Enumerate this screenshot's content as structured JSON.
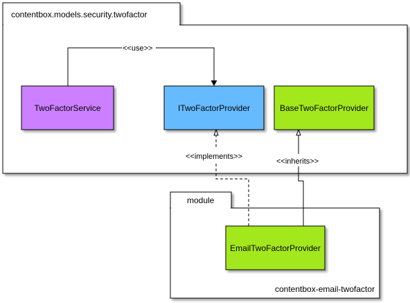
{
  "packages": {
    "main": {
      "name": "contentbox.models.security.twofactor"
    },
    "module": {
      "tab_name": "module",
      "name": "contentbox-email-twofactor"
    }
  },
  "classes": {
    "two_factor_service": {
      "name": "TwoFactorService",
      "color": "#cc80ff"
    },
    "i_two_factor_provider": {
      "name": "ITwoFactorProvider",
      "color": "#66bbff"
    },
    "base_two_factor_provider": {
      "name": "BaseTwoFactorProvider",
      "color": "#a3e81e"
    },
    "email_two_factor_provider": {
      "name": "EmailTwoFactorProvider",
      "color": "#a3e81e"
    }
  },
  "relations": {
    "use": "<<use>>",
    "implements": "<<implements>>",
    "inherits": "<<inherits>>"
  }
}
